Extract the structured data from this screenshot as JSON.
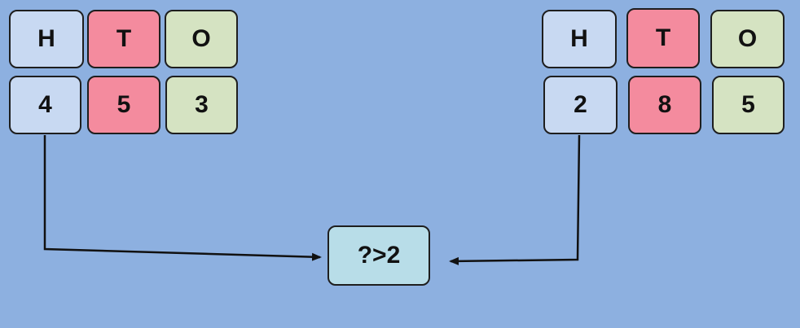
{
  "left_number": {
    "headers": [
      "H",
      "T",
      "O"
    ],
    "digits": [
      "4",
      "5",
      "3"
    ]
  },
  "right_number": {
    "headers": [
      "H",
      "T",
      "O"
    ],
    "digits": [
      "2",
      "8",
      "5"
    ]
  },
  "comparison": {
    "label": "?>2"
  },
  "colors": {
    "background": "#8db0e0",
    "hundreds": "#c8d9f2",
    "tens": "#f48b9e",
    "ones": "#d5e3c2",
    "result": "#b8dde8"
  }
}
